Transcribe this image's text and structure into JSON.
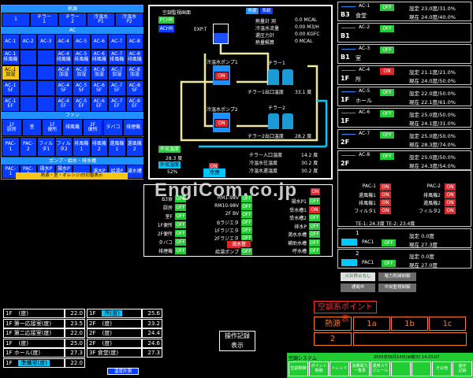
{
  "left_panel": {
    "heat_title": "熱源",
    "heat_cells": [
      "1",
      "チラー\n1",
      "チラー\n2",
      "冷温水\nP1",
      "冷温水\nP2"
    ],
    "ac_title": "AC",
    "ac_rows": [
      [
        "AC-1",
        "AC-2",
        "AC-3",
        "AC-4",
        "AC-5",
        "AC-6",
        "AC-7",
        "AC-8"
      ],
      [
        "AC-1\n排風機",
        "",
        "",
        "AC-4\n排風機",
        "AC-5\n排風機",
        "AC-6\n排風機",
        "AC-7\n排風機",
        "AC-8\n排風機"
      ],
      [
        "AC-1\n加湿",
        "",
        "",
        "AC-4\n加湿",
        "AC-5\n加湿",
        "AC-6\n加湿",
        "AC-7\n加湿",
        "AC-8\n加湿"
      ],
      [
        "AC-1\nSF",
        "",
        "",
        "AC-4\nSF",
        "AC-5\nSF",
        "AC-6\nSF",
        "AC-7\nSF",
        "AC-8\nSF"
      ],
      [
        "AC-1\nEF",
        "",
        "",
        "AC-4\nEF",
        "AC-5\nEF",
        "AC-6\nEF",
        "AC-7\nEF",
        "AC-8\nEF"
      ]
    ],
    "fan_title": "ファン",
    "fan_cells": [
      "1F\n厨房",
      "室",
      "1F\n便所",
      "排風機",
      "2F\n便所",
      "タバコ",
      "排煙機"
    ],
    "pac_cells": [
      "PAC-\n1",
      "PAC-\n2",
      "フィル\nタ1",
      "フィル\nタ2",
      "排風機\n1",
      "排風機\n2",
      "還風機\n1",
      "還風機\n2"
    ],
    "pump_title": "ポンプ・給水・排水槽",
    "pump_cells": [
      "PAC-\n1",
      "PAC-\n2",
      "揚水P\n1",
      "揚水P\n2",
      "",
      "濾水P",
      "給湯P",
      "濾水槽"
    ],
    "bottom_label": "熱源・室・オレンジ/白切替表示"
  },
  "monitor": {
    "title": "空調監視画面",
    "tabs": [
      "熱源",
      "系統"
    ],
    "pchr": "PCHR",
    "achr": "ACHR",
    "exp_tank": "EXP.T",
    "readings": [
      {
        "label": "熱量計 測",
        "value": "0.0 MCAL"
      },
      {
        "label": "冷温水流量",
        "value": "0.00 M3/H"
      },
      {
        "label": "還圧力計",
        "value": "0.00 KGFC"
      },
      {
        "label": "熱量積算",
        "value": "0 MCAL"
      }
    ],
    "pump1_label": "冷温水ポンプ1",
    "pump2_label": "冷温水ポンプ2",
    "pump1_state": "ON",
    "pump2_state": "ON",
    "chiller1": "チラー1",
    "chiller2": "チラー2",
    "ch1_out": "チラー1出口温度",
    "ch1_out_val": "33.1 度",
    "ch2_out": "チラー2出口温度",
    "ch2_out_val": "28.2 度",
    "outdoor_temp_label": "外気温度",
    "outdoor_temp": "28.3 度",
    "outdoor_hum_label": "外気湿度",
    "outdoor_hum": "52%",
    "mode_state": "ON",
    "mode_label": "冷房",
    "temps": [
      {
        "label": "チラー入口温度",
        "value": "14.2 度"
      },
      {
        "label": "冷温水往温度",
        "value": "30.2 度"
      },
      {
        "label": "冷温水還温度",
        "value": "30.2 度"
      }
    ]
  },
  "room_rows": [
    {
      "id": "AC-1",
      "floor": "B3",
      "name": "食堂",
      "state": "OFF",
      "set": "設定 23.0度/31.0%",
      "now": "現在 24.0度/40.0%"
    },
    {
      "id": "AC-2",
      "floor": "B1",
      "name": "",
      "state": "OFF",
      "set": "",
      "now": ""
    },
    {
      "id": "AC-3",
      "floor": "B1",
      "name": "室",
      "state": "OFF",
      "set": "",
      "now": ""
    },
    {
      "id": "AC-4",
      "floor": "1F",
      "name": "所",
      "state": "ON",
      "set": "設定 21.1度/21.0%",
      "now": "現在 24.0度/50.0%"
    },
    {
      "id": "AC-5",
      "floor": "1F",
      "name": "ホール",
      "state": "OFF",
      "set": "設定 22.0度/50.0%",
      "now": "現在 22.1度/61.0%"
    },
    {
      "id": "AC-6",
      "floor": "1F",
      "name": "",
      "state": "OFF",
      "set": "設定 25.0度/50.0%",
      "now": "現在 24.1度/31.0%"
    },
    {
      "id": "AC-7",
      "floor": "2F",
      "name": "",
      "state": "OFF",
      "set": "設定 25.0度/50.0%",
      "now": "現在 28.3度/74.0%"
    },
    {
      "id": "AC-8",
      "floor": "2F",
      "name": "",
      "state": "OFF",
      "set": "設定 25.0度/50.0%",
      "now": "現在 24.3度/54.0%"
    }
  ],
  "pac_panel": {
    "left": [
      {
        "label": "PAC-1",
        "state": "ON"
      },
      {
        "label": "還風機1",
        "state": "ON"
      },
      {
        "label": "排風機1",
        "state": "ON"
      },
      {
        "label": "フィルタ1",
        "state": "ON"
      }
    ],
    "right": [
      {
        "label": "PAC-2",
        "state": "ON"
      },
      {
        "label": "排風機2",
        "state": "ON"
      },
      {
        "label": "還風機2",
        "state": "ON"
      },
      {
        "label": "フィルタ2",
        "state": "ON"
      }
    ],
    "te_line": "TE-1: 24.3度  TE-2: 23.4度",
    "units": [
      {
        "num": "1",
        "name": "PAC1",
        "state": "OFF",
        "set": "設定 0.0度",
        "now": "現在 27.3度"
      },
      {
        "num": "2",
        "name": "PAC1",
        "state": "OFF",
        "set": "設定 0.0度",
        "now": "現在 27.0度"
      }
    ]
  },
  "status_grid": {
    "col1": [
      {
        "label": "B3食",
        "state": "OFF"
      },
      {
        "label": "厨房",
        "state": "OFF"
      },
      {
        "label": "室F",
        "state": "OFF"
      },
      {
        "label": "1F便所",
        "state": "OFF"
      },
      {
        "label": "2F便所",
        "state": "OFF"
      },
      {
        "label": "タバコ",
        "state": "OFF"
      },
      {
        "label": "排煙機",
        "state": "OFF"
      }
    ],
    "col2": [
      {
        "label": "RM1-98V",
        "state": "OFF"
      },
      {
        "label": "RM10-98V",
        "state": "OFF"
      },
      {
        "label": "2F BV",
        "state": "OFF"
      },
      {
        "label": "Bラジエタ",
        "state": "OFF"
      },
      {
        "label": "1Fラジエタ",
        "state": "OFF"
      },
      {
        "label": "2Fラジエタ",
        "state": "OFF"
      }
    ],
    "col2_alarm": "満水警",
    "col2_last": {
      "label": "給湯ポンプ",
      "state": "OFF"
    },
    "col3_top": "ON",
    "col3": [
      {
        "label": "揚水P1",
        "state": "OFF"
      },
      {
        "label": "受水槽1",
        "state": "ON"
      },
      {
        "label": "受水槽2",
        "state": "OFF"
      },
      {
        "label": "排水P",
        "state": "OFF"
      },
      {
        "label": "満水水槽",
        "state": "OFF"
      },
      {
        "label": "補助水槽",
        "state": "OFF"
      },
      {
        "label": "呼水槽",
        "state": "OFF"
      }
    ]
  },
  "watermark": "EngiCom.co.jp",
  "buttons": {
    "fire": "火災停止なし",
    "power": "電力削減制御",
    "normal": "通電中",
    "central": "中央監視制御"
  },
  "temp_table": {
    "left": [
      {
        "name": "1F",
        "unit": "(度)",
        "value": "22.0"
      },
      {
        "name": "1F 第一応接室(度)",
        "unit": "",
        "value": "23.5"
      },
      {
        "name": "1F 第二応接室(度)",
        "unit": "",
        "value": "22.0"
      },
      {
        "name": "1F",
        "unit": "(度)",
        "value": "25.0"
      },
      {
        "name": "1F ホール(度)",
        "unit": "",
        "value": "27.3"
      },
      {
        "name": "1F",
        "unit": "準備室(度)",
        "value": "22.0"
      }
    ],
    "right": [
      {
        "name": "1F",
        "unit": "所(度)",
        "value": "25.6"
      },
      {
        "name": "2F",
        "unit": "(度)",
        "value": "23.2"
      },
      {
        "name": "2F",
        "unit": "(度)",
        "value": "24.4"
      },
      {
        "name": "2F",
        "unit": "(度)",
        "value": "24.6"
      },
      {
        "name": "3F 食堂(度)",
        "unit": "",
        "value": "27.3"
      }
    ],
    "footer_button": "温度計測"
  },
  "log_button": {
    "line1": "操作記録",
    "line2": "表示"
  },
  "points": {
    "title": "空調系ポイント表",
    "heat": "熱源",
    "cols": [
      "1a",
      "1b",
      "1c"
    ],
    "row2": "2"
  },
  "status_bar": {
    "system": "空調システム",
    "datetime": "2005年09月14日(水曜日) 14:23:07",
    "menu": [
      "空調制御",
      "ポイント\n制御",
      "トレンド",
      "消費電力\n一覧表",
      "運用スケ\nジュール",
      "",
      "",
      "その他",
      "操作\n記録"
    ]
  }
}
